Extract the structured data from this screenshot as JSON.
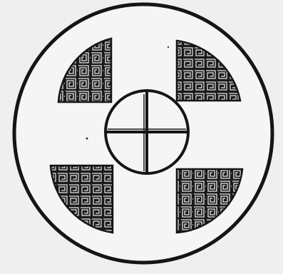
{
  "figure": {
    "colors": {
      "background": "#ededed",
      "paper": "#f4f4f4",
      "ink": "#141414"
    },
    "quadrants": [
      {
        "position": "top-left",
        "pattern": "maze-fret"
      },
      {
        "position": "top-right",
        "pattern": "maze-fret"
      },
      {
        "position": "bottom-left",
        "pattern": "maze-fret"
      },
      {
        "position": "bottom-right",
        "pattern": "maze-fret"
      }
    ],
    "center": {
      "shape": "circle-with-cross"
    }
  }
}
